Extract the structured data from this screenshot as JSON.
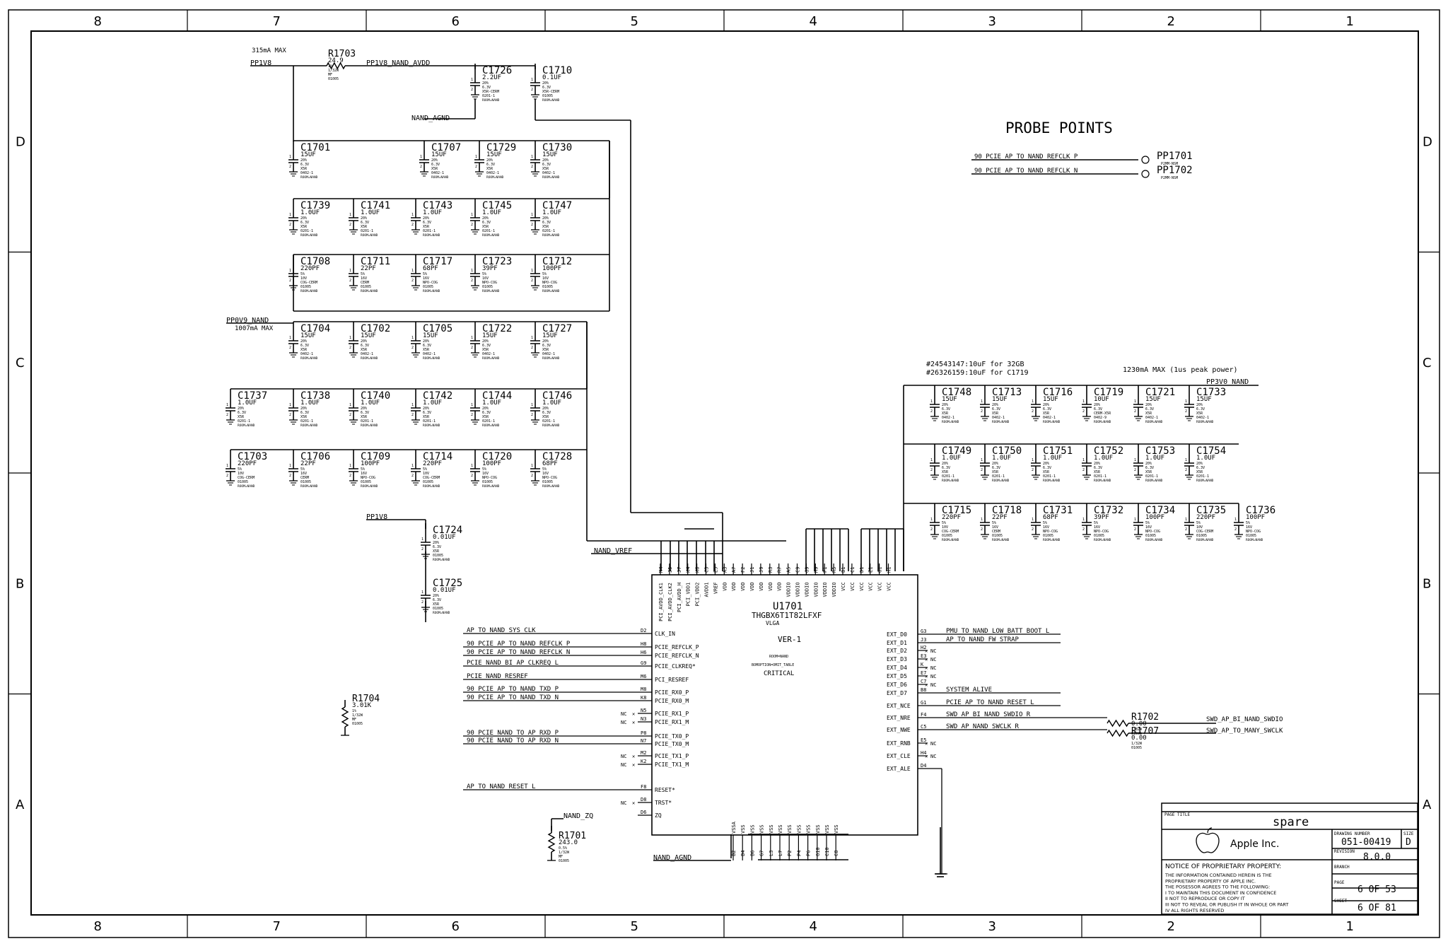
{
  "frame": {
    "columns": [
      "8",
      "7",
      "6",
      "5",
      "4",
      "3",
      "2",
      "1"
    ],
    "rows": [
      "D",
      "C",
      "B",
      "A"
    ]
  },
  "header": {
    "current_limit_1": "315mA  MAX",
    "rail_top": "PP1V8",
    "rail_top_out": "PP1V8_NAND_AVDD",
    "agnd": "NAND_AGND",
    "rail_core": "PP0V9_NAND",
    "current_limit_2": "1007mA  MAX",
    "rail_low": "PP1V8",
    "vref": "NAND_VREF",
    "zq": "NAND_ZQ",
    "agnd_bottom": "NAND_AGND",
    "rail_right": "PP3V0_NAND",
    "note_1": "#24543147:10uF for 32GB",
    "note_2": "#26326159:10uF for C1719",
    "current_limit_3": "1230mA  MAX (1us peak power)",
    "probe_title": "PROBE POINTS"
  },
  "probes": [
    {
      "ref": "PP1701",
      "net": "90_PCIE_AP_TO_NAND_REFCLK_P",
      "pkg": "P2MM-NSM"
    },
    {
      "ref": "PP1702",
      "net": "90_PCIE_AP_TO_NAND_REFCLK_N",
      "pkg": "P2MM-NSM"
    }
  ],
  "resistors": [
    {
      "ref": "R1703",
      "value": "24.9",
      "tol": "1%",
      "pwr": "1/32W",
      "type": "MF",
      "pkg": "01005"
    },
    {
      "ref": "R1704",
      "value": "3.01K",
      "tol": "1%",
      "pwr": "1/32W",
      "type": "MF",
      "pkg": "01005"
    },
    {
      "ref": "R1701",
      "value": "243.0",
      "tol": "0.5%",
      "pwr": "1/32W",
      "type": "MF",
      "pkg": "01005"
    },
    {
      "ref": "R1702",
      "value": "0.00",
      "pwr": "1/32W",
      "pkg": "01005"
    },
    {
      "ref": "R1707",
      "value": "0.00",
      "pwr": "1/32W",
      "pkg": "01005"
    }
  ],
  "cap_rows": [
    {
      "caps": [
        {
          "ref": "C1726",
          "value": "2.2UF",
          "spec": "20% 6.3V X5R-CERM 0201-1"
        },
        {
          "ref": "C1710",
          "value": "0.1UF",
          "spec": "20% 6.3V X5R-CERM 01005"
        }
      ]
    },
    {
      "caps": [
        {
          "ref": "C1701",
          "value": "15UF",
          "spec": "20% 6.3V X5R 0402-1"
        },
        {
          "ref": "C1707",
          "value": "15UF",
          "spec": "20% 6.3V X5R 0402-1"
        },
        {
          "ref": "C1729",
          "value": "15UF",
          "spec": "20% 6.3V X5R 0402-1"
        },
        {
          "ref": "C1730",
          "value": "15UF",
          "spec": "20% 6.3V X5R 0402-1"
        }
      ]
    },
    {
      "caps": [
        {
          "ref": "C1739",
          "value": "1.0UF",
          "spec": "20% 6.3V X5R 0201-1"
        },
        {
          "ref": "C1741",
          "value": "1.0UF",
          "spec": "20% 6.3V X5R 0201-1"
        },
        {
          "ref": "C1743",
          "value": "1.0UF",
          "spec": "20% 6.3V X5R 0201-1"
        },
        {
          "ref": "C1745",
          "value": "1.0UF",
          "spec": "20% 6.3V X5R 0201-1"
        },
        {
          "ref": "C1747",
          "value": "1.0UF",
          "spec": "20% 6.3V X5R 0201-1"
        }
      ]
    },
    {
      "caps": [
        {
          "ref": "C1708",
          "value": "220PF",
          "spec": "5% 10V COG-CERM 01005"
        },
        {
          "ref": "C1711",
          "value": "22PF",
          "spec": "5% 16V CERM 01005"
        },
        {
          "ref": "C1717",
          "value": "68PF",
          "spec": "5% 16V NPO-COG 01005"
        },
        {
          "ref": "C1723",
          "value": "39PF",
          "spec": "5% 16V NPO-COG 01005"
        },
        {
          "ref": "C1712",
          "value": "100PF",
          "spec": "5% 16V NPO-COG 01005"
        }
      ]
    },
    {
      "caps": [
        {
          "ref": "C1704",
          "value": "15UF",
          "spec": "20% 6.3V X5R 0402-1"
        },
        {
          "ref": "C1702",
          "value": "15UF",
          "spec": "20% 6.3V X5R 0402-1"
        },
        {
          "ref": "C1705",
          "value": "15UF",
          "spec": "20% 6.3V X5R 0402-1"
        },
        {
          "ref": "C1722",
          "value": "15UF",
          "spec": "20% 6.3V X5R 0402-1"
        },
        {
          "ref": "C1727",
          "value": "15UF",
          "spec": "20% 6.3V X5R 0402-1"
        }
      ]
    },
    {
      "caps": [
        {
          "ref": "C1737",
          "value": "1.0UF",
          "spec": "20% 6.3V X5R 0201-1"
        },
        {
          "ref": "C1738",
          "value": "1.0UF",
          "spec": "20% 6.3V X5R 0201-1"
        },
        {
          "ref": "C1740",
          "value": "1.0UF",
          "spec": "20% 6.3V X5R 0201-1"
        },
        {
          "ref": "C1742",
          "value": "1.0UF",
          "spec": "20% 6.3V X5R 0201-1"
        },
        {
          "ref": "C1744",
          "value": "1.0UF",
          "spec": "20% 6.3V X5R 0201-1"
        },
        {
          "ref": "C1746",
          "value": "1.0UF",
          "spec": "20% 6.3V X5R 0201-1"
        }
      ]
    },
    {
      "caps": [
        {
          "ref": "C1703",
          "value": "220PF",
          "spec": "5% 10V COG-CERM 01005"
        },
        {
          "ref": "C1706",
          "value": "22PF",
          "spec": "5% 16V CERM 01005"
        },
        {
          "ref": "C1709",
          "value": "100PF",
          "spec": "5% 16V NPO-COG 01005"
        },
        {
          "ref": "C1714",
          "value": "220PF",
          "spec": "5% 10V COG-CERM 01005"
        },
        {
          "ref": "C1720",
          "value": "100PF",
          "spec": "5% 16V NPO-COG 01005"
        },
        {
          "ref": "C1728",
          "value": "68PF",
          "spec": "5% 16V NPO-COG 01005"
        }
      ]
    },
    {
      "caps": [
        {
          "ref": "C1724",
          "value": "0.01UF",
          "spec": "20% 6.3V X5R 01005"
        },
        {
          "ref": "C1725",
          "value": "0.01UF",
          "spec": "20% 6.3V X5R 01005"
        }
      ]
    },
    {
      "caps": [
        {
          "ref": "C1748",
          "value": "15UF",
          "spec": "20% 6.3V X5R 0402-1"
        },
        {
          "ref": "C1713",
          "value": "15UF",
          "spec": "20% 6.3V X5R 0402-1"
        },
        {
          "ref": "C1716",
          "value": "15UF",
          "spec": "20% 6.3V X5R 0402-1"
        },
        {
          "ref": "C1719",
          "value": "10UF",
          "spec": "20% 6.3V CERM-X5R 0402-9"
        },
        {
          "ref": "C1721",
          "value": "15UF",
          "spec": "20% 6.3V X5R 0402-1"
        },
        {
          "ref": "C1733",
          "value": "15UF",
          "spec": "20% 6.3V X5R 0402-1"
        }
      ]
    },
    {
      "caps": [
        {
          "ref": "C1749",
          "value": "1.0UF",
          "spec": "20% 6.3V X5R 0201-1"
        },
        {
          "ref": "C1750",
          "value": "1.0UF",
          "spec": "20% 6.3V X5R 0201-1"
        },
        {
          "ref": "C1751",
          "value": "1.0UF",
          "spec": "20% 6.3V X5R 0201-1"
        },
        {
          "ref": "C1752",
          "value": "1.0UF",
          "spec": "20% 6.3V X5R 0201-1"
        },
        {
          "ref": "C1753",
          "value": "1.0UF",
          "spec": "20% 6.3V X5R 0201-1"
        },
        {
          "ref": "C1754",
          "value": "1.0UF",
          "spec": "20% 6.3V X5R 0201-1"
        }
      ]
    },
    {
      "caps": [
        {
          "ref": "C1715",
          "value": "220PF",
          "spec": "5% 10V COG-CERM 01005"
        },
        {
          "ref": "C1718",
          "value": "22PF",
          "spec": "5% 16V CERM 01005"
        },
        {
          "ref": "C1731",
          "value": "68PF",
          "spec": "5% 16V NPO-COG 01005"
        },
        {
          "ref": "C1732",
          "value": "39PF",
          "spec": "5% 16V NPO-COG 01005"
        },
        {
          "ref": "C1734",
          "value": "100PF",
          "spec": "5% 16V NPO-COG 01005"
        },
        {
          "ref": "C1735",
          "value": "220PF",
          "spec": "5% 10V COG-CERM 01005"
        },
        {
          "ref": "C1736",
          "value": "100PF",
          "spec": "5% 16V NPO-COG 01005"
        }
      ]
    }
  ],
  "ic": {
    "ref": "U1701",
    "part": "THGBX6T1T82LFXF",
    "package": "VLGA",
    "version": "VER-1",
    "room": "ROOM=NAND",
    "table": "BOMOPTION=OMIT_TABLE",
    "critical": "CRITICAL",
    "top_pins": [
      {
        "num": "M4",
        "name": "PCI_AVDD_CLK1"
      },
      {
        "num": "J5",
        "name": "PCI_AVDD_CLK2"
      },
      {
        "num": "J7",
        "name": "PCI_AVDD_H"
      },
      {
        "num": "K4",
        "name": "PCI_VDD1"
      },
      {
        "num": "K6",
        "name": "PCI_VDD2"
      },
      {
        "num": "C3",
        "name": "AVDD1"
      },
      {
        "num": "E5",
        "name": "VREF"
      },
      {
        "num": "A3",
        "name": "VDD"
      },
      {
        "num": "A7",
        "name": "VDD"
      },
      {
        "num": "F2",
        "name": "VDD"
      },
      {
        "num": "J1",
        "name": "VDD"
      },
      {
        "num": "J9",
        "name": "VDD"
      },
      {
        "num": "R3",
        "name": "VDD"
      },
      {
        "num": "R7",
        "name": "VDD"
      },
      {
        "num": "A5",
        "name": "VDDIO"
      },
      {
        "num": "C9",
        "name": "VDDIO"
      },
      {
        "num": "G9",
        "name": "VDDIO"
      },
      {
        "num": "M9",
        "name": "VDDIO"
      },
      {
        "num": "P1",
        "name": "VDDIO"
      },
      {
        "num": "R5",
        "name": "VDDIO"
      },
      {
        "num": "B1",
        "name": "VCC"
      },
      {
        "num": "C1",
        "name": "VCC"
      },
      {
        "num": "D1",
        "name": "VCC"
      },
      {
        "num": "E1",
        "name": "VCC"
      },
      {
        "num": "G1",
        "name": "VCC"
      },
      {
        "num": "H1",
        "name": "VCC"
      }
    ],
    "left_pins": [
      {
        "num": "D2",
        "name": "CLK_IN",
        "net": "AP_TO_NAND_SYS_CLK",
        "nc": false
      },
      {
        "num": "H8",
        "name": "PCIE_REFCLK_P",
        "net": "90_PCIE_AP_TO_NAND_REFCLK_P",
        "nc": false
      },
      {
        "num": "H6",
        "name": "PCIE_REFCLK_N",
        "net": "90_PCIE_AP_TO_NAND_REFCLK_N",
        "nc": false
      },
      {
        "num": "G9",
        "name": "PCIE_CLKREQ*",
        "net": "PCIE_NAND_BI_AP_CLKREQ_L",
        "nc": false
      },
      {
        "num": "M6",
        "name": "PCI_RESREF",
        "net": "PCIE_NAND_RESREF",
        "nc": false
      },
      {
        "num": "M8",
        "name": "PCIE_RX0_P",
        "net": "90_PCIE_AP_TO_NAND_TXD_P",
        "nc": false
      },
      {
        "num": "K8",
        "name": "PCIE_RX0_M",
        "net": "90_PCIE_AP_TO_NAND_TXD_N",
        "nc": false
      },
      {
        "num": "N5",
        "name": "PCIE_RX1_P",
        "net": "NC",
        "nc": true
      },
      {
        "num": "N3",
        "name": "PCIE_RX1_M",
        "net": "NC",
        "nc": true
      },
      {
        "num": "P8",
        "name": "PCIE_TX0_P",
        "net": "90_PCIE_NAND_TO_AP_RXD_P",
        "nc": false
      },
      {
        "num": "N7",
        "name": "PCIE_TX0_M",
        "net": "90_PCIE_NAND_TO_AP_RXD_N",
        "nc": false
      },
      {
        "num": "M2",
        "name": "PCIE_TX1_P",
        "net": "NC",
        "nc": true
      },
      {
        "num": "K2",
        "name": "PCIE_TX1_M",
        "net": "NC",
        "nc": true
      },
      {
        "num": "F8",
        "name": "RESET*",
        "net": "AP_TO_NAND_RESET_L",
        "nc": false
      },
      {
        "num": "D8",
        "name": "TRST*",
        "net": "NC",
        "nc": true
      },
      {
        "num": "D6",
        "name": "ZQ",
        "net": "",
        "nc": false
      }
    ],
    "right_pins": [
      {
        "num": "G3",
        "name": "EXT_D0",
        "net": "PMU_TO_NAND_LOW_BATT_BOOT_L",
        "nc": false
      },
      {
        "num": "J3",
        "name": "EXT_D1",
        "net": "AP_TO_NAND_FW_STRAP",
        "nc": false
      },
      {
        "num": "H2",
        "name": "EXT_D2",
        "net": "NC",
        "nc": true
      },
      {
        "num": "E3",
        "name": "EXT_D3",
        "net": "NC",
        "nc": true
      },
      {
        "num": "K",
        "name": "EXT_D4",
        "net": "NC",
        "nc": true
      },
      {
        "num": "E7",
        "name": "EXT_D5",
        "net": "NC",
        "nc": true
      },
      {
        "num": "C7",
        "name": "EXT_D6",
        "net": "NC",
        "nc": true
      },
      {
        "num": "B8",
        "name": "EXT_D7",
        "net": "SYSTEM_ALIVE",
        "nc": false
      },
      {
        "num": "G1",
        "name": "EXT_NCE",
        "net": "PCIE_AP_TO_NAND_RESET_L",
        "nc": false
      },
      {
        "num": "F4",
        "name": "EXT_NRE",
        "net": "SWD_AP_BI_NAND_SWDIO_R",
        "nc": false
      },
      {
        "num": "C5",
        "name": "EXT_NWE",
        "net": "SWD_AP_NAND_SWCLK_R",
        "nc": false
      },
      {
        "num": "E5",
        "name": "EXT_RNB",
        "net": "NC",
        "nc": true
      },
      {
        "num": "H4",
        "name": "EXT_CLE",
        "net": "NC",
        "nc": true
      },
      {
        "num": "D4",
        "name": "EXT_ALE",
        "net": "",
        "nc": false
      }
    ],
    "bottom_pins": [
      {
        "num": "B2",
        "name": "VSSA"
      },
      {
        "num": "B4",
        "name": "VSS"
      },
      {
        "num": "B6",
        "name": "VSS"
      },
      {
        "num": "G7",
        "name": "VSS"
      },
      {
        "num": "L3",
        "name": "VSS"
      },
      {
        "num": "L7",
        "name": "VSS"
      },
      {
        "num": "P2",
        "name": "VSS"
      },
      {
        "num": "P4",
        "name": "VSS"
      },
      {
        "num": "P6",
        "name": "VSS"
      },
      {
        "num": "G10",
        "name": "VSS"
      },
      {
        "num": "C10",
        "name": "VSS"
      },
      {
        "num": "C8",
        "name": "VSS"
      }
    ]
  },
  "outputs": {
    "swdio": "SWD_AP_BI_NAND_SWDIO",
    "swclk": "SWD_AP_TO_MANY_SWCLK"
  },
  "title_block": {
    "page_title_label": "PAGE TITLE",
    "page_title": "spare",
    "company": "Apple Inc.",
    "drawing_number_label": "DRAWING NUMBER",
    "drawing_number": "051-00419",
    "size_label": "SIZE",
    "size": "D",
    "revision_label": "REVISION",
    "revision": "8.0.0",
    "branch_label": "BRANCH",
    "page_label": "PAGE",
    "page": "6 OF 53",
    "sheet_label": "SHEET",
    "sheet": "6 OF 81",
    "notice_title": "NOTICE OF PROPRIETARY PROPERTY:",
    "notice_lines": [
      "THE INFORMATION CONTAINED HEREIN IS THE",
      "PROPRIETARY PROPERTY OF APPLE INC.",
      "THE POSESSOR AGREES TO THE FOLLOWING:",
      "I TO MAINTAIN THIS DOCUMENT IN CONFIDENCE",
      "II NOT TO REPRODUCE OR COPY IT",
      "III NOT TO REVEAL OR PUBLISH IT IN WHOLE OR PART",
      "IV ALL RIGHTS RESERVED"
    ]
  }
}
